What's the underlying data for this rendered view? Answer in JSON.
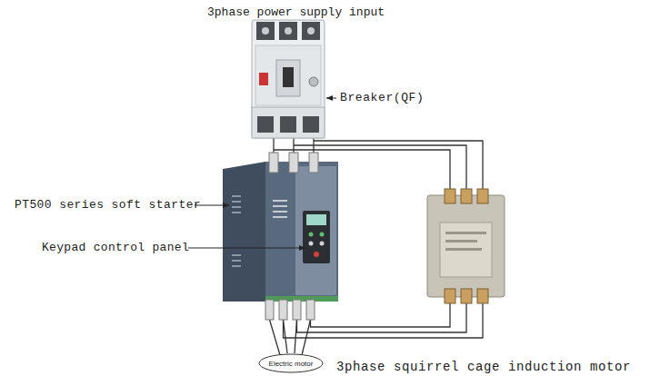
{
  "diagram": {
    "nodes": [
      {
        "text": [
          "Electric motor"
        ]
      }
    ],
    "labels": [
      "3phase power supply input",
      "Breaker(QF)",
      "PT500 series soft starter",
      "Keypad control panel",
      "3phase squirrel cage induction motor"
    ]
  }
}
